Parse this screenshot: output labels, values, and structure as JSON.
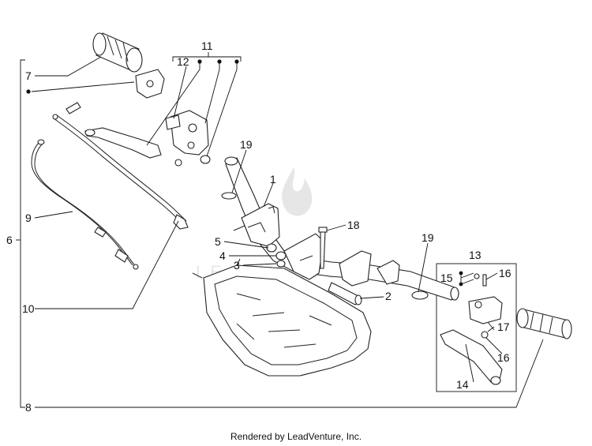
{
  "labels": [
    {
      "id": "1",
      "text": "1"
    },
    {
      "id": "2",
      "text": "2"
    },
    {
      "id": "3",
      "text": "3"
    },
    {
      "id": "4",
      "text": "4"
    },
    {
      "id": "5",
      "text": "5"
    },
    {
      "id": "6",
      "text": "6"
    },
    {
      "id": "7",
      "text": "7"
    },
    {
      "id": "8",
      "text": "8"
    },
    {
      "id": "9",
      "text": "9"
    },
    {
      "id": "10",
      "text": "10"
    },
    {
      "id": "11",
      "text": "11"
    },
    {
      "id": "12",
      "text": "12"
    },
    {
      "id": "13",
      "text": "13"
    },
    {
      "id": "14",
      "text": "14"
    },
    {
      "id": "15",
      "text": "15"
    },
    {
      "id": "16a",
      "text": "16"
    },
    {
      "id": "16b",
      "text": "16"
    },
    {
      "id": "17",
      "text": "17"
    },
    {
      "id": "18",
      "text": "18"
    },
    {
      "id": "19a",
      "text": "19"
    },
    {
      "id": "19b",
      "text": "19"
    }
  ],
  "watermark": "LEADVENTURE",
  "footer": "Rendered by LeadVenture, Inc."
}
